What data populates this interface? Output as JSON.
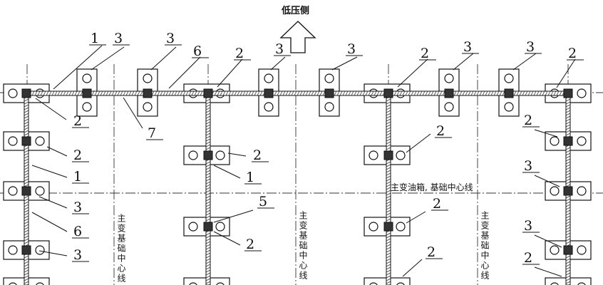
{
  "title": "低压侧",
  "centerline_horizontal": "主变油箱, 基础中心线",
  "centerline_vertical": "主变基础中心线",
  "labels": {
    "n1": "1",
    "n2": "2",
    "n3": "3",
    "n5": "5",
    "n6": "6",
    "n7": "7"
  }
}
